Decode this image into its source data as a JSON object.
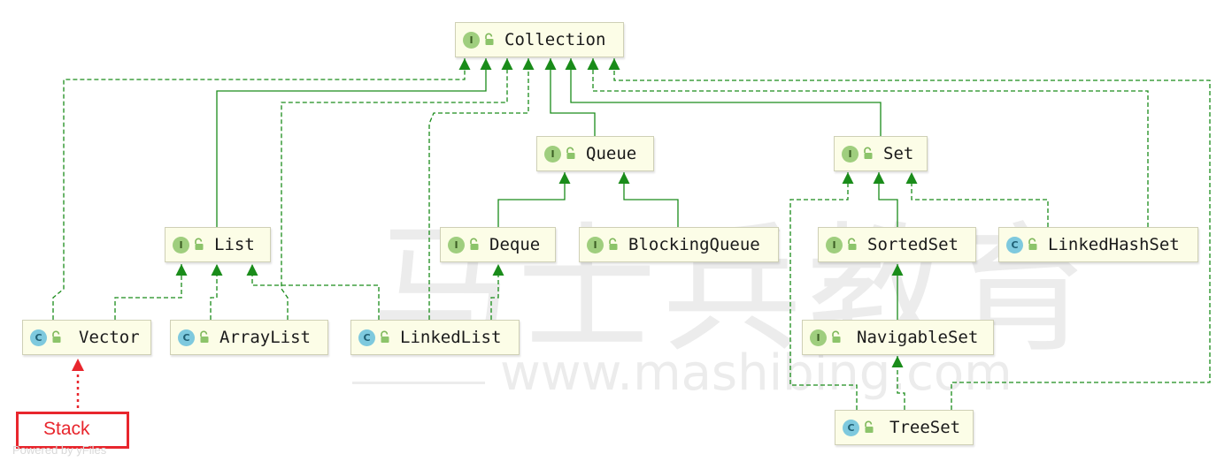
{
  "watermark": {
    "brand": "马士兵教育",
    "url": "www.mashibing.com"
  },
  "nodes": {
    "collection": {
      "kind": "I",
      "label": "Collection"
    },
    "queue": {
      "kind": "I",
      "label": "Queue"
    },
    "set": {
      "kind": "I",
      "label": "Set"
    },
    "list": {
      "kind": "I",
      "label": "List"
    },
    "deque": {
      "kind": "I",
      "label": "Deque"
    },
    "blocking_queue": {
      "kind": "I",
      "label": "BlockingQueue"
    },
    "sorted_set": {
      "kind": "I",
      "label": "SortedSet"
    },
    "linked_hash_set": {
      "kind": "C",
      "label": "LinkedHashSet"
    },
    "vector": {
      "kind": "C",
      "label": "Vector"
    },
    "array_list": {
      "kind": "C",
      "label": "ArrayList"
    },
    "linked_list": {
      "kind": "C",
      "label": "LinkedList"
    },
    "navigable_set": {
      "kind": "I",
      "label": "NavigableSet"
    },
    "tree_set": {
      "kind": "C",
      "label": "TreeSet"
    }
  },
  "annotation": {
    "label": "Stack"
  },
  "footer": {
    "powered_by": "Powered by yFiles"
  },
  "colors": {
    "edge": "#1a8c1a",
    "annotation": "#e8262d",
    "interface_badge": "#9fce7e",
    "class_badge": "#7ec9de",
    "node_fill": "#fcfde7"
  }
}
